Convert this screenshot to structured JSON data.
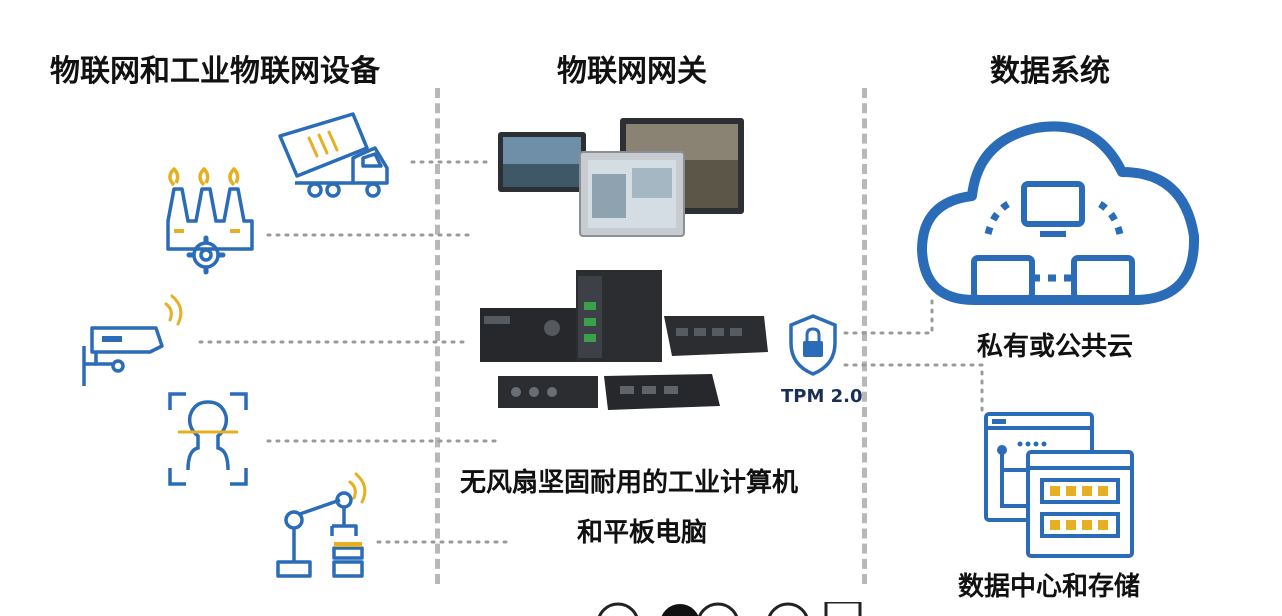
{
  "headings": {
    "devices": "物联网和工业物联网设备",
    "gateway": "物联网网关",
    "data_systems": "数据系统"
  },
  "labels": {
    "computers": "无风扇坚固耐用的工业计算机",
    "tablets": "和平板电脑",
    "cloud": "私有或公共云",
    "datacenter": "数据中心和存储",
    "tpm": "TPM 2.0"
  },
  "colors": {
    "icon_blue": "#2b6cb8",
    "icon_gold": "#e7b023",
    "divider_gray": "#b8b8b8",
    "connector_gray": "#9a9a9a"
  },
  "icons": [
    "dump-truck-icon",
    "factory-icon",
    "security-camera-icon",
    "face-scan-icon",
    "robot-arm-icon",
    "cloud-icon",
    "shield-lock-icon",
    "server-rack-icon"
  ]
}
